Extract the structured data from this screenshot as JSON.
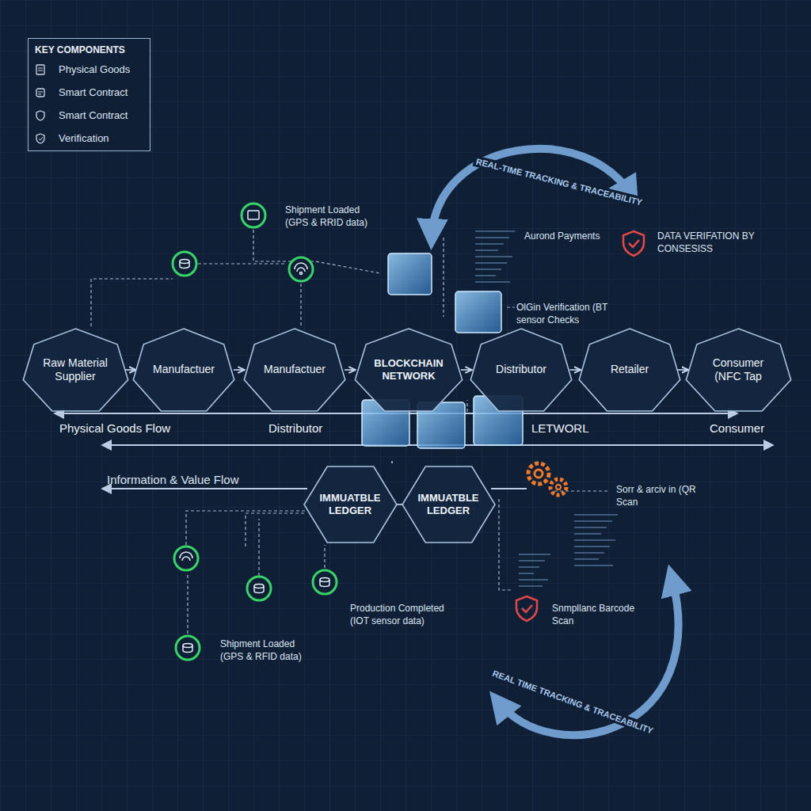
{
  "diagram": {
    "nodes": [
      {
        "text": [
          "Raw Material Supplier"
        ]
      },
      {
        "text": [
          "Manufactuer"
        ]
      },
      {
        "text": [
          "Manufactuer"
        ]
      },
      {
        "text": [
          "BLOCKCHAIN NETWORK"
        ]
      },
      {
        "text": [
          "Distributor"
        ]
      },
      {
        "text": [
          "Retailer"
        ]
      },
      {
        "text": [
          "Consumer (NFC Tap"
        ]
      },
      {
        "text": [
          "IMMUATBLE LEDGER"
        ]
      },
      {
        "text": [
          "IMMUATBLE LEDGER"
        ]
      }
    ],
    "edges": [
      {
        "from": 0,
        "to": 1,
        "arrow": "to"
      },
      {
        "from": 1,
        "to": 2,
        "arrow": "to"
      },
      {
        "from": 2,
        "to": 3,
        "arrow": "to"
      },
      {
        "from": 3,
        "to": 4,
        "arrow": "to"
      },
      {
        "from": 4,
        "to": 5,
        "arrow": "to"
      },
      {
        "from": 5,
        "to": 6,
        "arrow": "to"
      },
      {
        "from": 7,
        "to": 8,
        "arrow": "none"
      }
    ],
    "labels": [
      "KEY COMPONENTS",
      "Shipment Loaded (GPS & RRID data)",
      "Aurond Payments",
      "DATA VERIFATION BY CONSESISS",
      "OlGin Verification (BT sensor Checks",
      "Physical Goods Flow",
      "Distributor",
      "LETWORL",
      "Consumer",
      "Information & Value Flow",
      "Sorr & arciv in (QR Scan",
      "Production Completed (IOT sensor data)",
      "Shipment Loaded (GPS & RFID data)",
      "Snmpllanc Barcode Scan",
      "REAL-TIME TRACKING & TRACEABILITY",
      "REAL TIME TRACKING & TRACEABILITY"
    ],
    "legend": [
      {
        "text": "Physical Goods"
      },
      {
        "text": "Smart Contract"
      },
      {
        "text": "Smart Contract"
      },
      {
        "text": "Verification"
      }
    ]
  }
}
